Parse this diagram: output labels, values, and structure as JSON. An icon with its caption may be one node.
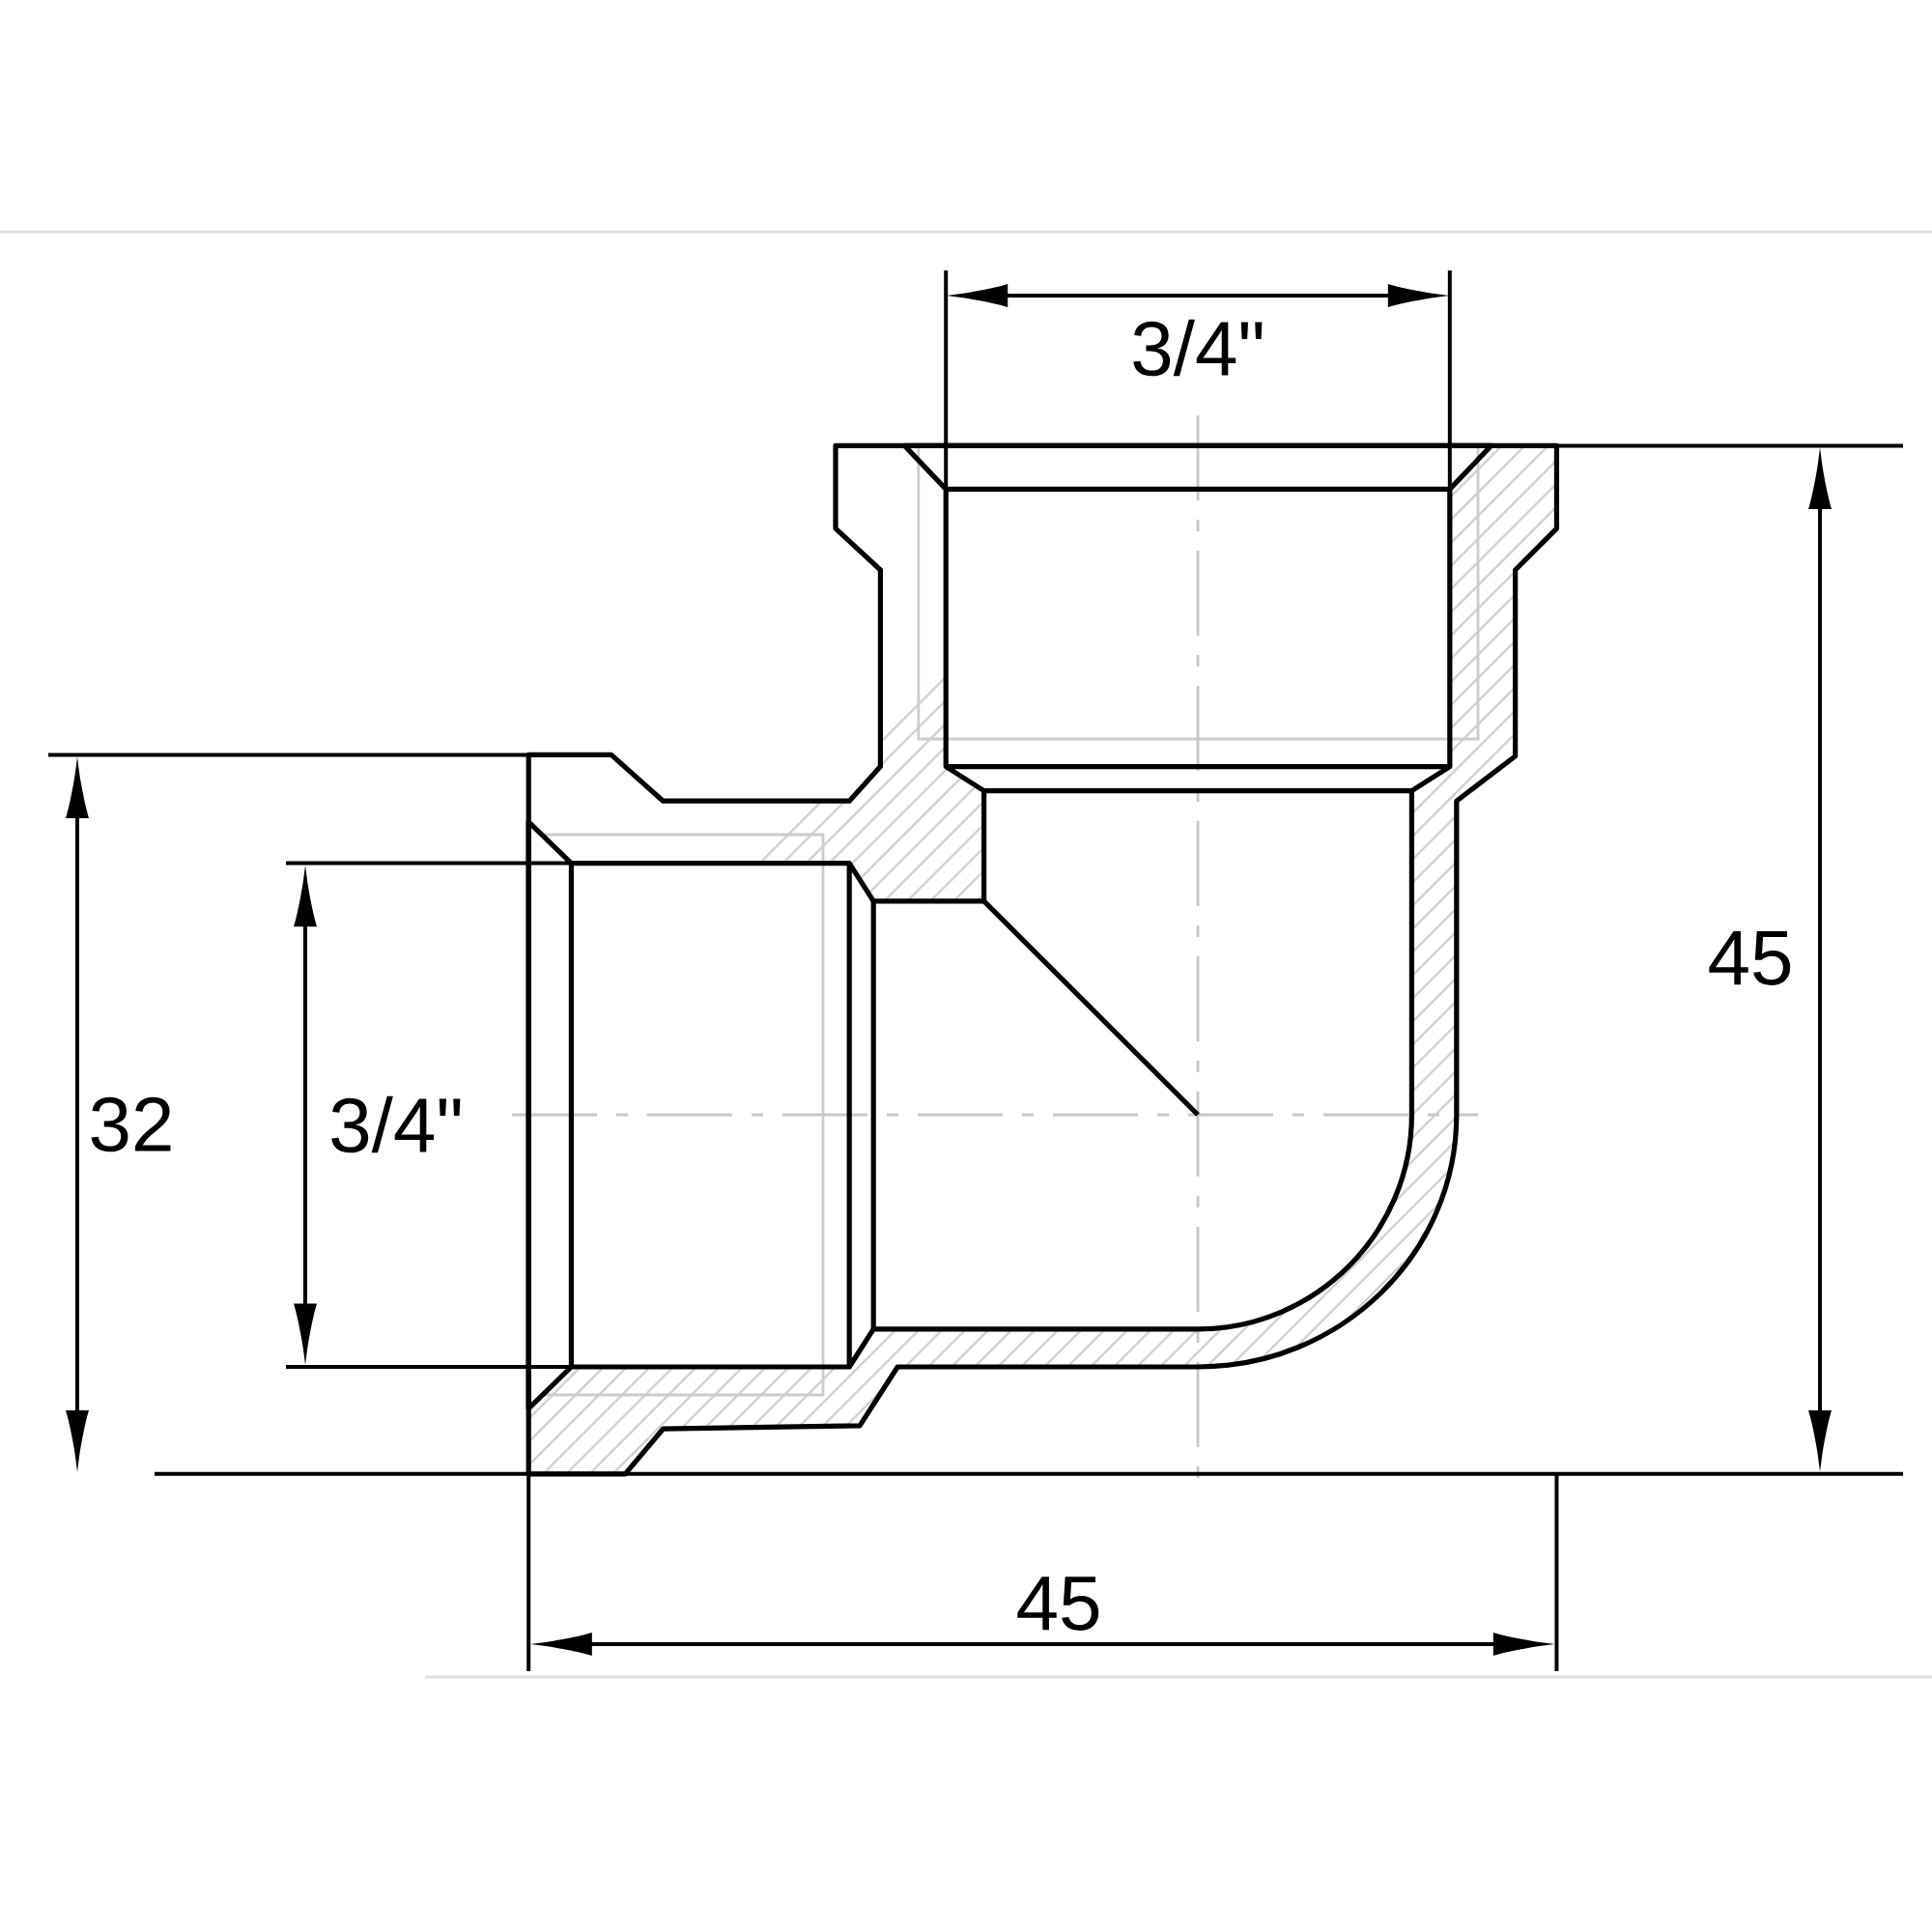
{
  "diagram": {
    "labels": [
      "3/4\"",
      "45",
      "32",
      "3/4\"",
      "45"
    ]
  }
}
